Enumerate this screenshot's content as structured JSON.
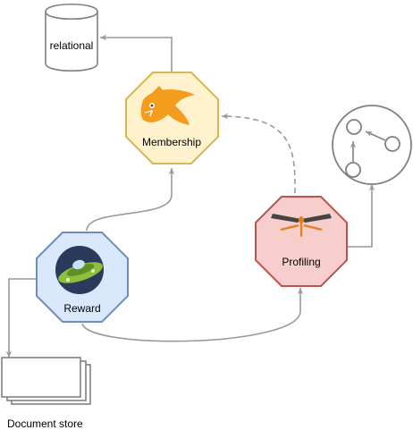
{
  "nodes": {
    "relational": {
      "label": "relational",
      "icon": "database-cylinder-icon"
    },
    "membership": {
      "label": "Membership",
      "icon": "fish-icon",
      "fill": "#fff2cc",
      "stroke": "#d6b656"
    },
    "reward": {
      "label": "Reward",
      "icon": "ufo-icon",
      "fill": "#dae8fc",
      "stroke": "#6c8ebf"
    },
    "profiling": {
      "label": "Profiling",
      "icon": "dragonfly-icon",
      "fill": "#f8cecc",
      "stroke": "#b85450"
    },
    "document_store": {
      "label": "Document store",
      "icon": "stacked-documents-icon"
    },
    "graph": {
      "icon": "graph-nodes-icon"
    }
  },
  "edges": [
    {
      "from": "membership",
      "to": "relational",
      "style": "solid"
    },
    {
      "from": "reward",
      "to": "membership",
      "style": "solid"
    },
    {
      "from": "profiling",
      "to": "membership",
      "style": "dashed"
    },
    {
      "from": "reward",
      "to": "document_store",
      "style": "solid"
    },
    {
      "from": "reward",
      "to": "profiling",
      "style": "solid"
    },
    {
      "from": "profiling",
      "to": "graph",
      "style": "solid"
    }
  ],
  "colors": {
    "edge": "#999999",
    "neutral_stroke": "#808080"
  }
}
